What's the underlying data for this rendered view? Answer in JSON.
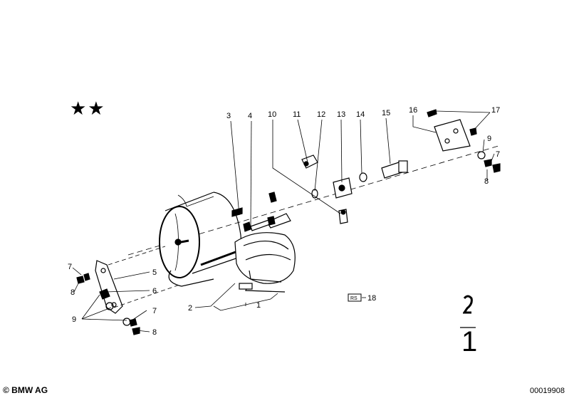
{
  "stars": "★★",
  "callouts": {
    "c1": "1",
    "c2": "2",
    "c3": "3",
    "c4": "4",
    "c5": "5",
    "c6": "6",
    "c7a": "7",
    "c7b": "7",
    "c7c": "7",
    "c8a": "8",
    "c8b": "8",
    "c8c": "8",
    "c9a": "9",
    "c9b": "9",
    "c10": "10",
    "c11": "11",
    "c12": "12",
    "c13": "13",
    "c14": "14",
    "c15": "15",
    "c16": "16",
    "c17": "17",
    "c18": "18"
  },
  "box_label": "RS",
  "big_digit": "1",
  "copyright": "© BMW AG",
  "image_code": "00019908"
}
